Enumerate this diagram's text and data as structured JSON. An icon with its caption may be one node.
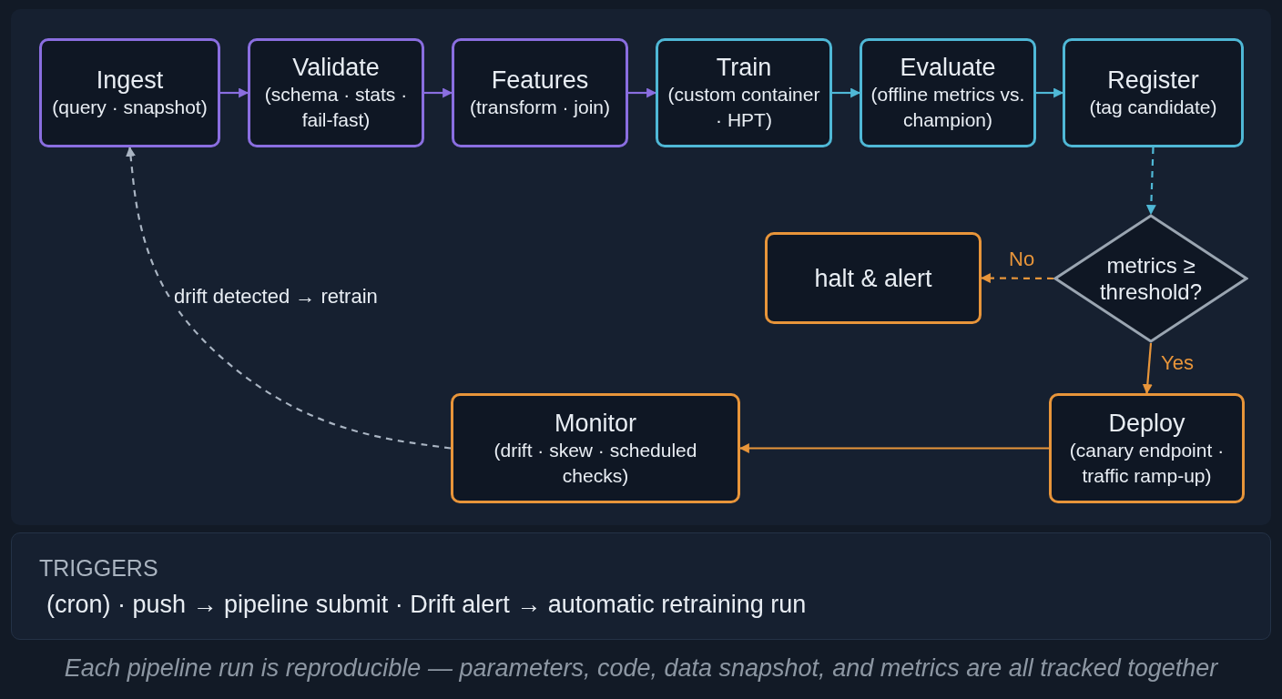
{
  "diagram": {
    "caption": "Each pipeline run is reproducible — parameters, code, data snapshot, and metrics are all tracked together",
    "nodes": [
      {
        "text": [
          "Ingest",
          "(query · snapshot)"
        ]
      },
      {
        "text": [
          "Validate",
          "(schema · stats · fail-fast)"
        ]
      },
      {
        "text": [
          "Features",
          "(transform · join)"
        ]
      },
      {
        "text": [
          "Train",
          "(custom container · HPT)"
        ]
      },
      {
        "text": [
          "Evaluate",
          "(offline metrics vs. champion)"
        ]
      },
      {
        "text": [
          "Register",
          "(tag candidate)"
        ]
      },
      {
        "text": [
          "metrics ≥ threshold?"
        ]
      },
      {
        "text": [
          "halt & alert"
        ]
      },
      {
        "text": [
          "Deploy",
          "(canary endpoint · traffic ramp-up)"
        ]
      },
      {
        "text": [
          "Monitor",
          "(drift · skew · scheduled checks)"
        ]
      },
      {
        "text": [
          "TRIGGERS",
          "(cron) · push → pipeline submit · Drift alert → automatic retraining run"
        ]
      }
    ],
    "edges": [
      {
        "from": 0,
        "to": 1,
        "arrow": "to",
        "color": "#8a6ee0"
      },
      {
        "from": 1,
        "to": 2,
        "arrow": "to",
        "color": "#8a6ee0"
      },
      {
        "from": 2,
        "to": 3,
        "arrow": "to",
        "color": "#8a6ee0"
      },
      {
        "from": 3,
        "to": 4,
        "arrow": "to",
        "color": "#4fb8d6"
      },
      {
        "from": 4,
        "to": 5,
        "arrow": "to",
        "color": "#4fb8d6"
      },
      {
        "from": 5,
        "to": 6,
        "arrow": "to",
        "style": "dashed",
        "color": "#4fb8d6"
      },
      {
        "from": 6,
        "to": 7,
        "arrow": "to",
        "label": "No",
        "style": "dashed",
        "color": "#e8953a"
      },
      {
        "from": 6,
        "to": 8,
        "arrow": "to",
        "label": "Yes",
        "color": "#e8953a"
      },
      {
        "from": 8,
        "to": 9,
        "arrow": "to",
        "color": "#e8953a"
      },
      {
        "from": 9,
        "to": 0,
        "arrow": "to",
        "label": "drift detected → retrain",
        "style": "dashed",
        "color": "#a9b4c2"
      }
    ]
  }
}
